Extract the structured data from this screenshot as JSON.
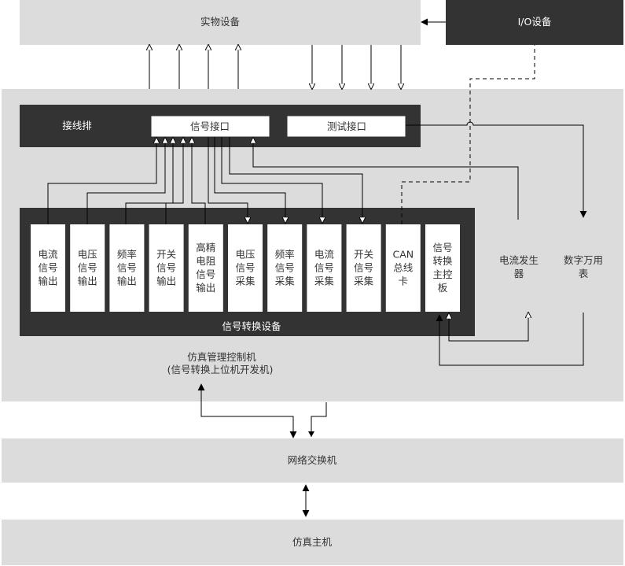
{
  "labels": {
    "physical_device": "实物设备",
    "io_device": "I/O设备",
    "terminal_strip": "接线排",
    "signal_interface": "信号接口",
    "test_interface": "测试接口",
    "signal_converter": "信号转换设备",
    "current_generator": [
      "电流发生",
      "器"
    ],
    "digital_multimeter": [
      "数字万用",
      "表"
    ],
    "sim_control_1": "仿真管理控制机",
    "sim_control_2": "(信号转换上位机开发机)",
    "network_switch": "网络交换机",
    "sim_host": "仿真主机"
  },
  "modules": [
    {
      "label": [
        "电流",
        "信号",
        "输出"
      ]
    },
    {
      "label": [
        "电压",
        "信号",
        "输出"
      ]
    },
    {
      "label": [
        "频率",
        "信号",
        "输出"
      ]
    },
    {
      "label": [
        "开关",
        "信号",
        "输出"
      ]
    },
    {
      "label": [
        "高精",
        "电阻",
        "信号",
        "输出"
      ]
    },
    {
      "label": [
        "电压",
        "信号",
        "采集"
      ]
    },
    {
      "label": [
        "频率",
        "信号",
        "采集"
      ]
    },
    {
      "label": [
        "电流",
        "信号",
        "采集"
      ]
    },
    {
      "label": [
        "开关",
        "信号",
        "采集"
      ]
    },
    {
      "label": [
        "CAN",
        "总线",
        "卡"
      ]
    },
    {
      "label": [
        "信号",
        "转换",
        "主控",
        "板"
      ]
    }
  ],
  "colors": {
    "light_gray": "#dcdcdc",
    "dark": "#333333",
    "white": "#ffffff"
  }
}
